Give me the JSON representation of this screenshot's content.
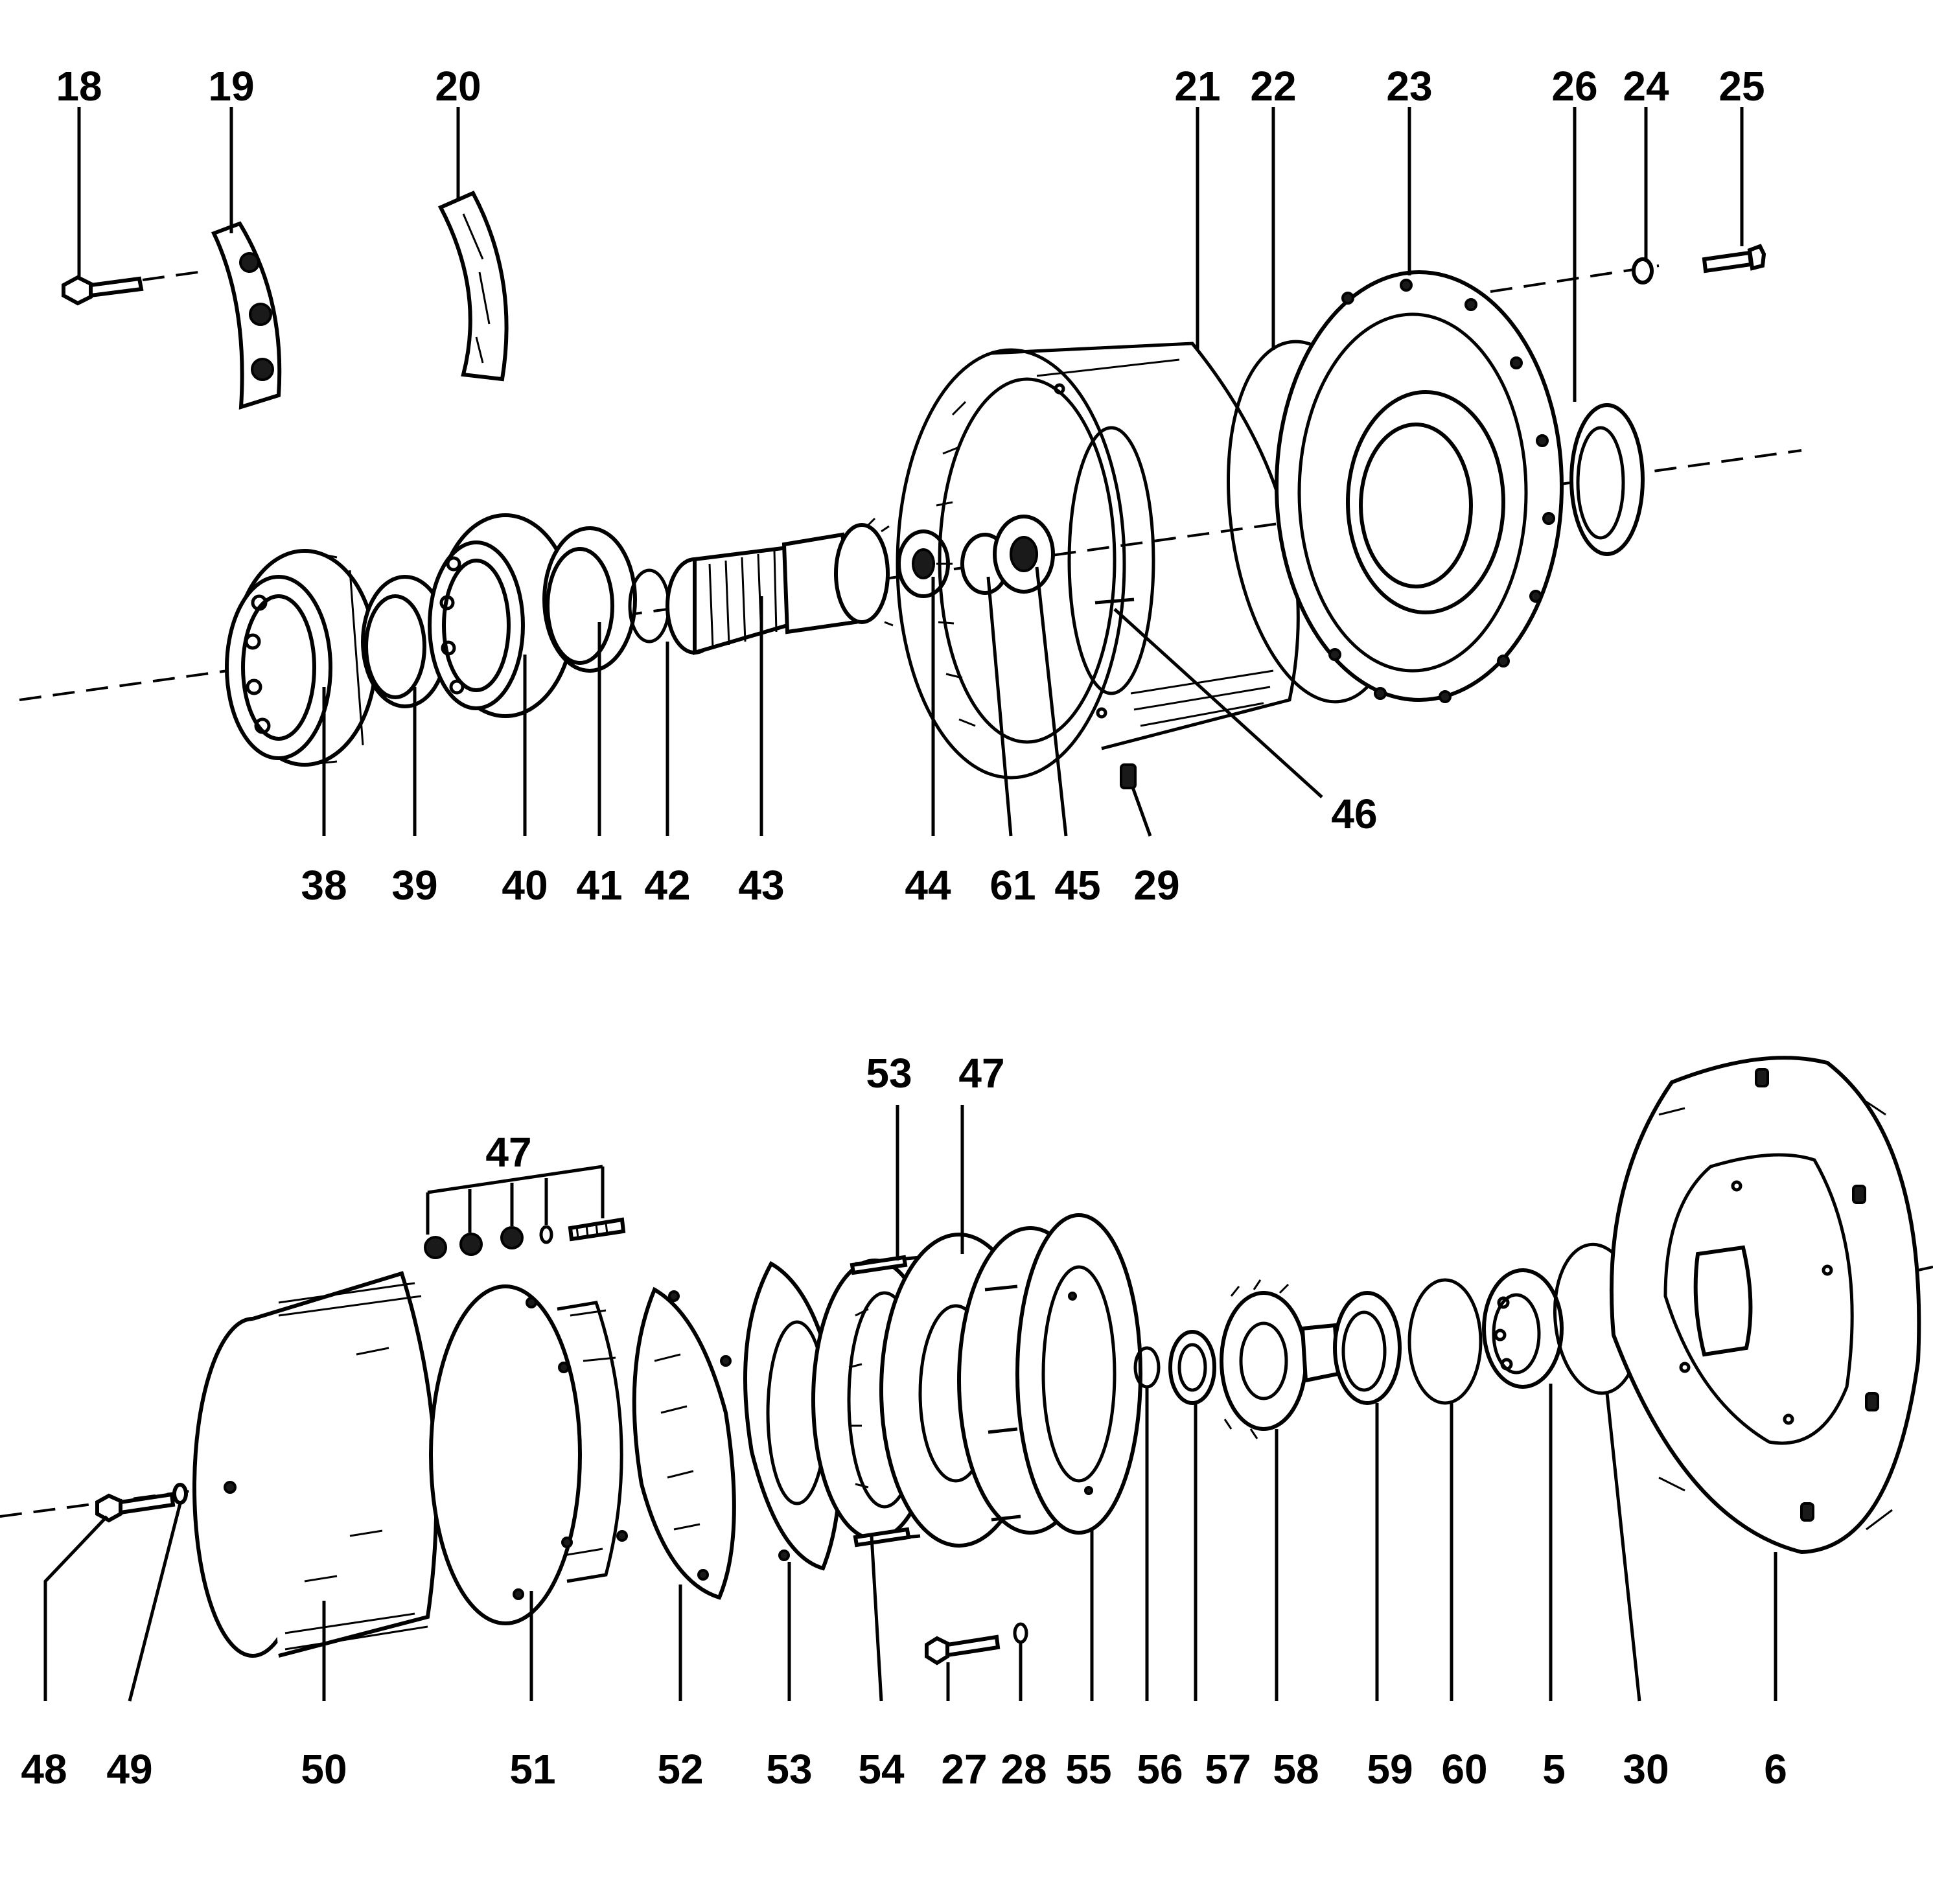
{
  "diagram": {
    "labels": [
      "18",
      "19",
      "20",
      "21",
      "22",
      "23",
      "26",
      "24",
      "25",
      "38",
      "39",
      "40",
      "41",
      "42",
      "43",
      "44",
      "61",
      "45",
      "29",
      "46",
      "53",
      "47",
      "48",
      "49",
      "50",
      "51",
      "52",
      "54",
      "27",
      "28",
      "55",
      "56",
      "57",
      "58",
      "59",
      "60",
      "5",
      "30",
      "6"
    ]
  }
}
